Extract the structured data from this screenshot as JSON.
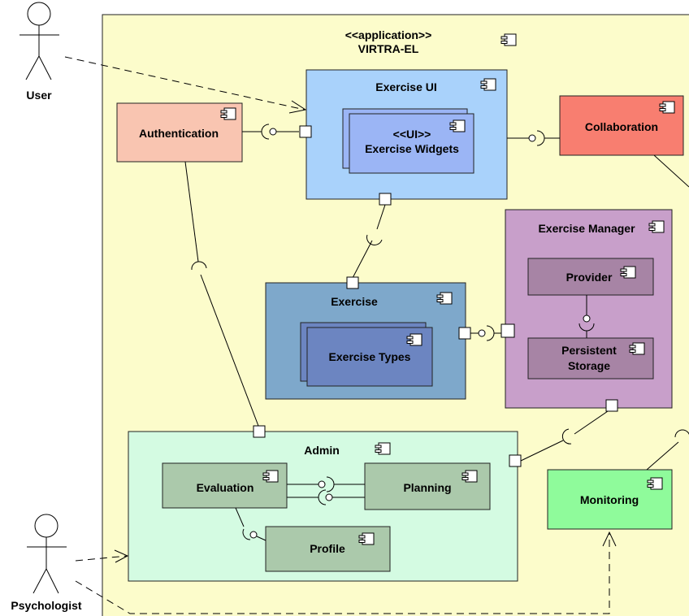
{
  "colors": {
    "system": "#fcfccb",
    "authentication": "#f9c5b1",
    "exercise_ui": "#a9d2fb",
    "exercise_widgets": "#9bb5f5",
    "collaboration": "#f87e70",
    "exercise_manager": "#c89fca",
    "manager_inner": "#a784a5",
    "exercise": "#7ea8cb",
    "exercise_types": "#6c85c1",
    "admin": "#d4fbe2",
    "admin_inner": "#abc9ab",
    "monitoring": "#8ffb9b"
  },
  "actors": {
    "user": "User",
    "psychologist": "Psychologist"
  },
  "system": {
    "stereotype": "<<application>>",
    "name": "VIRTRA-EL"
  },
  "components": {
    "authentication": "Authentication",
    "exercise_ui": "Exercise UI",
    "ui_stereotype": "<<UI>>",
    "exercise_widgets": "Exercise Widgets",
    "collaboration": "Collaboration",
    "exercise_manager": "Exercise Manager",
    "provider": "Provider",
    "persistent_storage_1": "Persistent",
    "persistent_storage_2": "Storage",
    "exercise": "Exercise",
    "exercise_types": "Exercise Types",
    "admin": "Admin",
    "evaluation": "Evaluation",
    "planning": "Planning",
    "profile": "Profile",
    "monitoring": "Monitoring"
  }
}
